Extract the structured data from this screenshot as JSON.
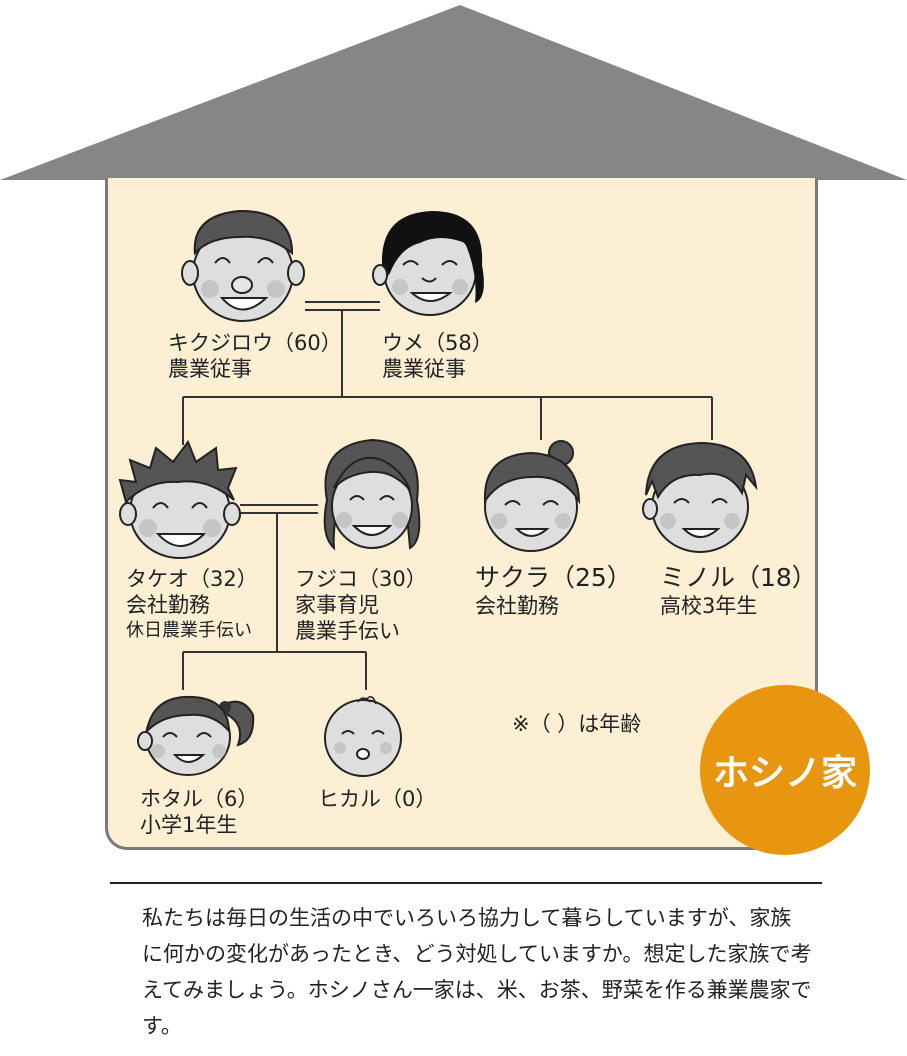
{
  "members": {
    "kikujirou": {
      "name": "キクジロウ（60）",
      "role": "農業従事"
    },
    "ume": {
      "name": "ウメ（58）",
      "role": "農業従事"
    },
    "takeo": {
      "name": "タケオ（32）",
      "role": "会社勤務",
      "extra": "休日農業手伝い"
    },
    "fujiko": {
      "name": "フジコ（30）",
      "role": "家事育児",
      "extra": "農業手伝い"
    },
    "sakura": {
      "name": "サクラ（25）",
      "role": "会社勤務"
    },
    "minoru": {
      "name": "ミノル（18）",
      "role": "高校3年生"
    },
    "hotaru": {
      "name": "ホタル（6）",
      "role": "小学1年生"
    },
    "hikaru": {
      "name": "ヒカル（0）"
    }
  },
  "note": "※（ ）は年齢",
  "badge": "ホシノ家",
  "description": "私たちは毎日の生活の中でいろいろ協力して暮らしていますが、家族に何かの変化があったとき、どう対処していますか。想定した家族で考えてみましょう。ホシノさん一家は、米、お茶、野菜を作る兼業農家です。",
  "colors": {
    "roof": "#868686",
    "wall": "#fcefd3",
    "badge": "#e8960f"
  }
}
